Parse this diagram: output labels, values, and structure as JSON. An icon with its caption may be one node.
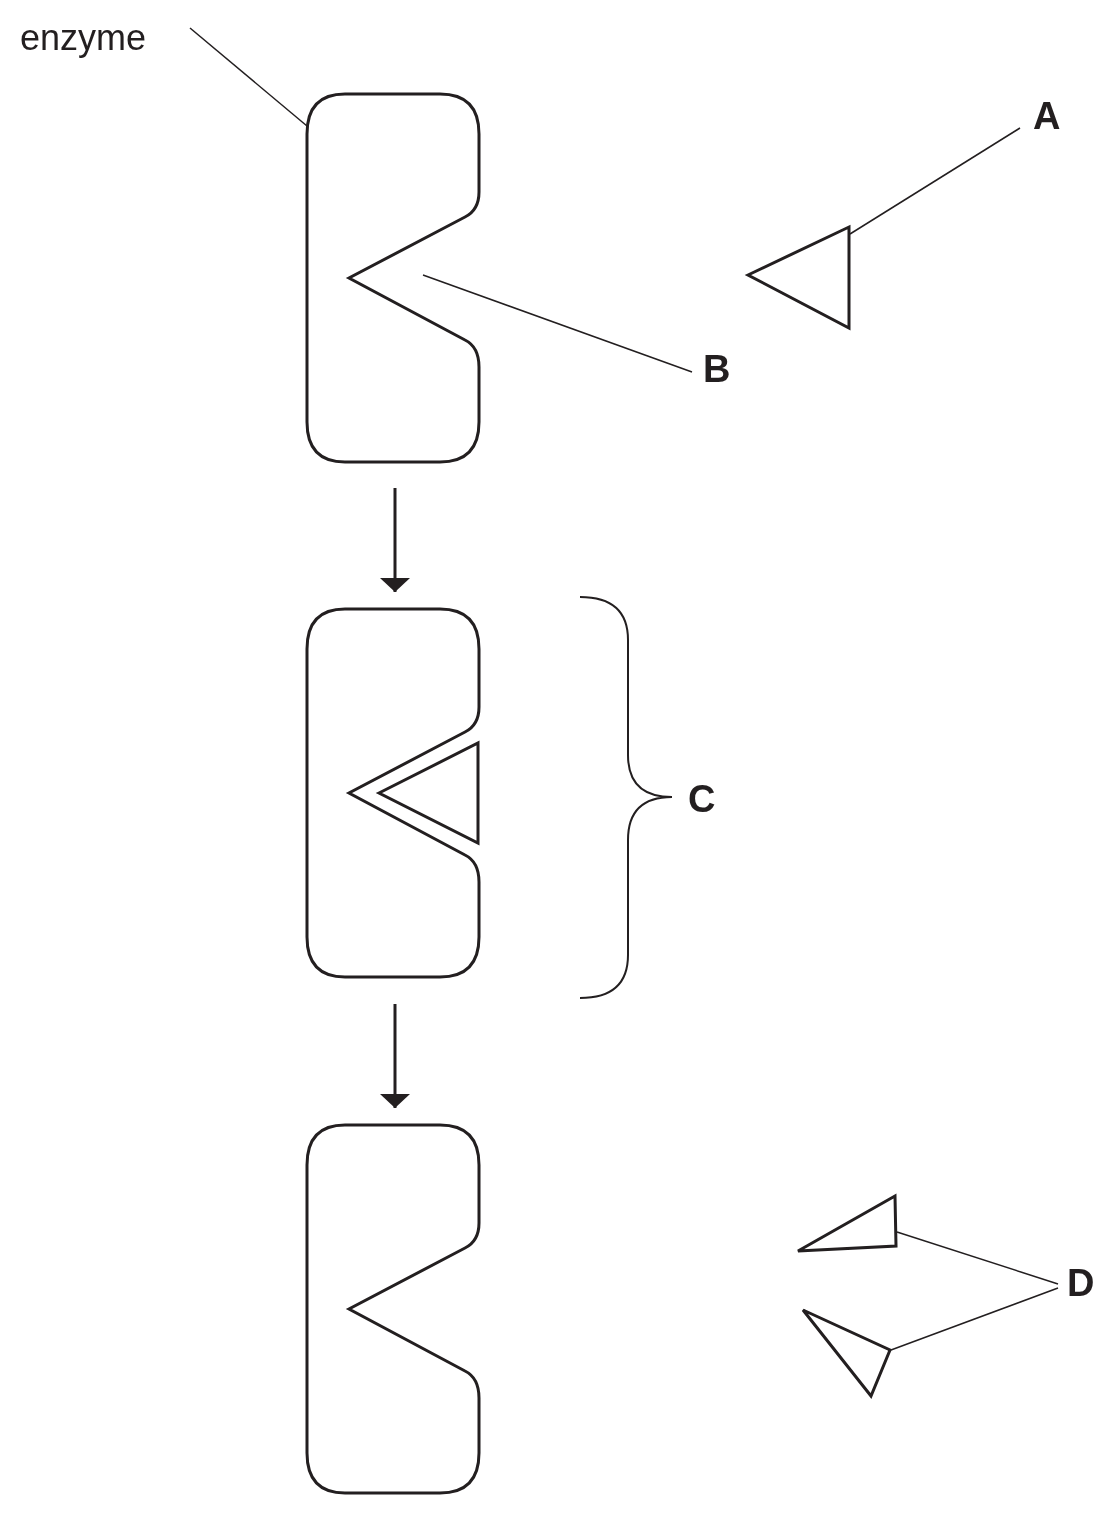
{
  "diagram": {
    "nodes": [
      {
        "text": [
          "enzyme"
        ]
      },
      {
        "text": [],
        "shape": "box"
      },
      {
        "text": [
          "A"
        ]
      },
      {
        "text": [],
        "shape": "triangle"
      },
      {
        "text": [
          "B"
        ]
      },
      {
        "text": [],
        "shape": "box"
      },
      {
        "text": [],
        "shape": "box"
      },
      {
        "text": [],
        "shape": "triangle"
      },
      {
        "text": [],
        "shape": "triangle"
      },
      {
        "text": [
          "D"
        ]
      }
    ],
    "edges": [
      {
        "from": 0,
        "to": 1,
        "arrow": "none"
      },
      {
        "from": 2,
        "to": 3,
        "arrow": "none"
      },
      {
        "from": 4,
        "to": null,
        "arrow": "none"
      },
      {
        "from": 1,
        "to": 5,
        "arrow": "to"
      },
      {
        "from": 5,
        "to": 6,
        "arrow": "to"
      },
      {
        "from": 9,
        "to": 7,
        "arrow": "none"
      },
      {
        "from": 9,
        "to": 8,
        "arrow": "none"
      }
    ],
    "labels": [
      "C"
    ]
  }
}
